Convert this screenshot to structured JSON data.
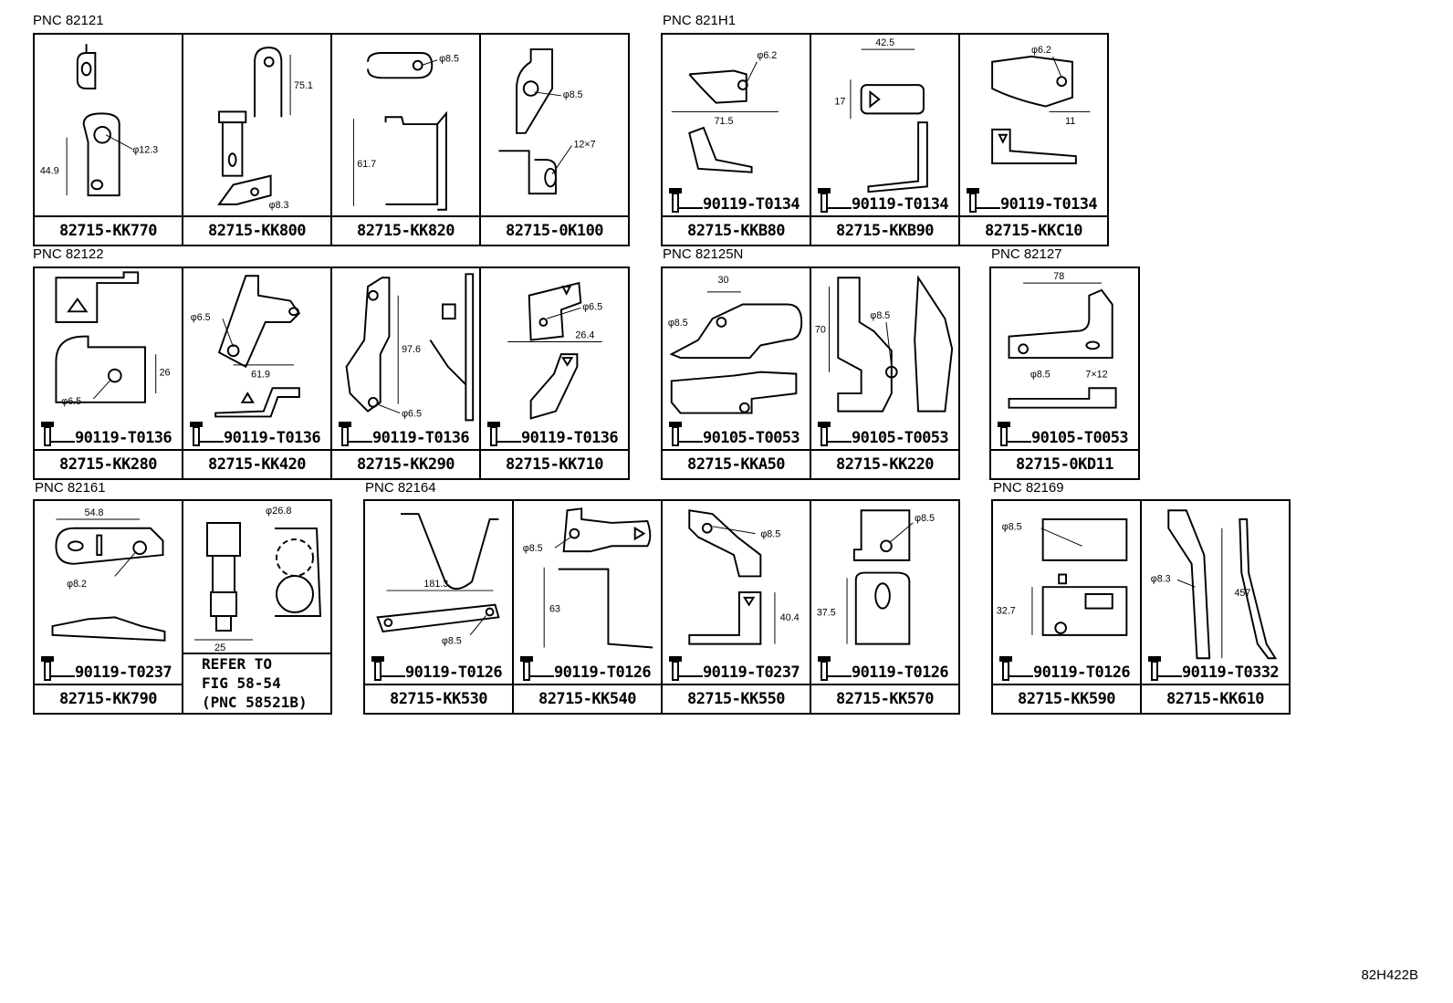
{
  "groups": [
    {
      "pnc": "PNC 82121"
    },
    {
      "pnc": "PNC 821H1"
    },
    {
      "pnc": "PNC 82122"
    },
    {
      "pnc": "PNC 82125N"
    },
    {
      "pnc": "PNC 82127"
    },
    {
      "pnc": "PNC 82161"
    },
    {
      "pnc": "PNC 82164"
    },
    {
      "pnc": "PNC 82169"
    }
  ],
  "cells": [
    {
      "part": "82715-KK770",
      "dims": [
        "φ12.3",
        "44.9"
      ]
    },
    {
      "part": "82715-KK800",
      "dims": [
        "75.1",
        "φ8.3"
      ]
    },
    {
      "part": "82715-KK820",
      "dims": [
        "φ8.5",
        "61.7"
      ]
    },
    {
      "part": "82715-0K100",
      "dims": [
        "φ8.5",
        "12×7"
      ]
    },
    {
      "part": "82715-KKB80",
      "bolt": "90119-T0134",
      "dims": [
        "φ6.2",
        "71.5"
      ]
    },
    {
      "part": "82715-KKB90",
      "bolt": "90119-T0134",
      "dims": [
        "42.5",
        "17"
      ]
    },
    {
      "part": "82715-KKC10",
      "bolt": "90119-T0134",
      "dims": [
        "φ6.2",
        "11"
      ]
    },
    {
      "part": "82715-KK280",
      "bolt": "90119-T0136",
      "dims": [
        "26",
        "φ6.5"
      ]
    },
    {
      "part": "82715-KK420",
      "bolt": "90119-T0136",
      "dims": [
        "φ6.5",
        "61.9"
      ]
    },
    {
      "part": "82715-KK290",
      "bolt": "90119-T0136",
      "dims": [
        "97.6",
        "φ6.5"
      ]
    },
    {
      "part": "82715-KK710",
      "bolt": "90119-T0136",
      "dims": [
        "φ6.5",
        "26.4"
      ]
    },
    {
      "part": "82715-KKA50",
      "bolt": "90105-T0053",
      "dims": [
        "30",
        "φ8.5"
      ]
    },
    {
      "part": "82715-KK220",
      "bolt": "90105-T0053",
      "dims": [
        "70",
        "φ8.5"
      ]
    },
    {
      "part": "82715-0KD11",
      "bolt": "90105-T0053",
      "dims": [
        "78",
        "φ8.5",
        "7×12"
      ]
    },
    {
      "part": "82715-KK790",
      "bolt": "90119-T0237",
      "dims": [
        "54.8",
        "φ8.2"
      ]
    },
    {
      "part": "",
      "dims": [
        "φ26.8",
        "25"
      ],
      "refer": [
        "REFER TO",
        "FIG 58-54",
        "(PNC 58521B)"
      ]
    },
    {
      "part": "82715-KK530",
      "bolt": "90119-T0126",
      "dims": [
        "181.3",
        "φ8.5"
      ]
    },
    {
      "part": "82715-KK540",
      "bolt": "90119-T0126",
      "dims": [
        "φ8.5",
        "63"
      ]
    },
    {
      "part": "82715-KK550",
      "bolt": "90119-T0237",
      "dims": [
        "φ8.5",
        "40.4"
      ]
    },
    {
      "part": "82715-KK570",
      "bolt": "90119-T0126",
      "dims": [
        "φ8.5",
        "37.5"
      ]
    },
    {
      "part": "82715-KK590",
      "bolt": "90119-T0126",
      "dims": [
        "φ8.5",
        "32.7"
      ]
    },
    {
      "part": "82715-KK610",
      "bolt": "90119-T0332",
      "dims": [
        "φ8.3",
        "457"
      ]
    }
  ],
  "figure_code": "82H422B"
}
